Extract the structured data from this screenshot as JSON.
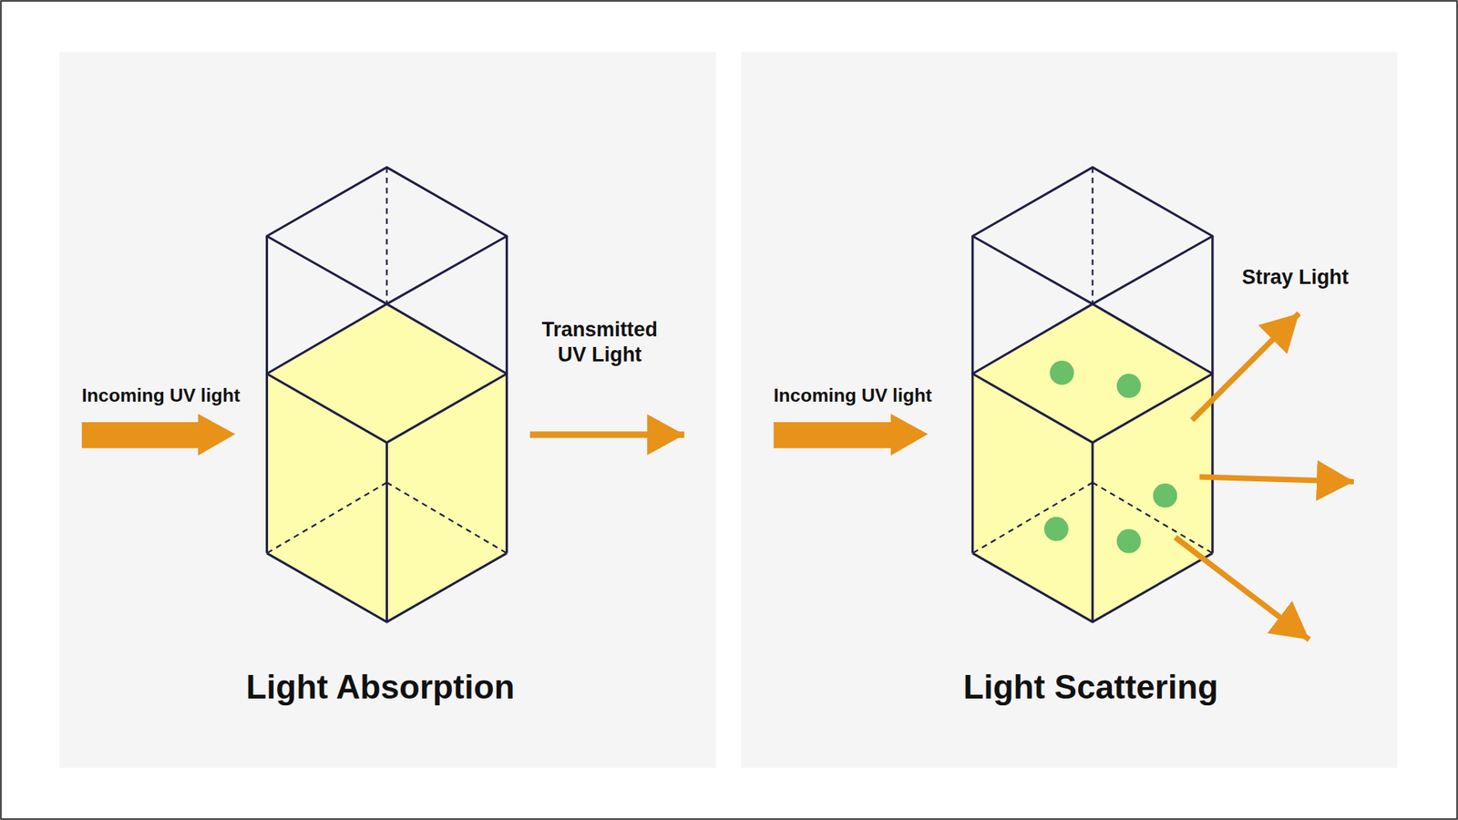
{
  "diagram": {
    "labels": [
      "Incoming UV light",
      "Transmitted UV Light",
      "Light Absorption",
      "Incoming UV light",
      "Stray Light",
      "Light Scattering"
    ]
  }
}
